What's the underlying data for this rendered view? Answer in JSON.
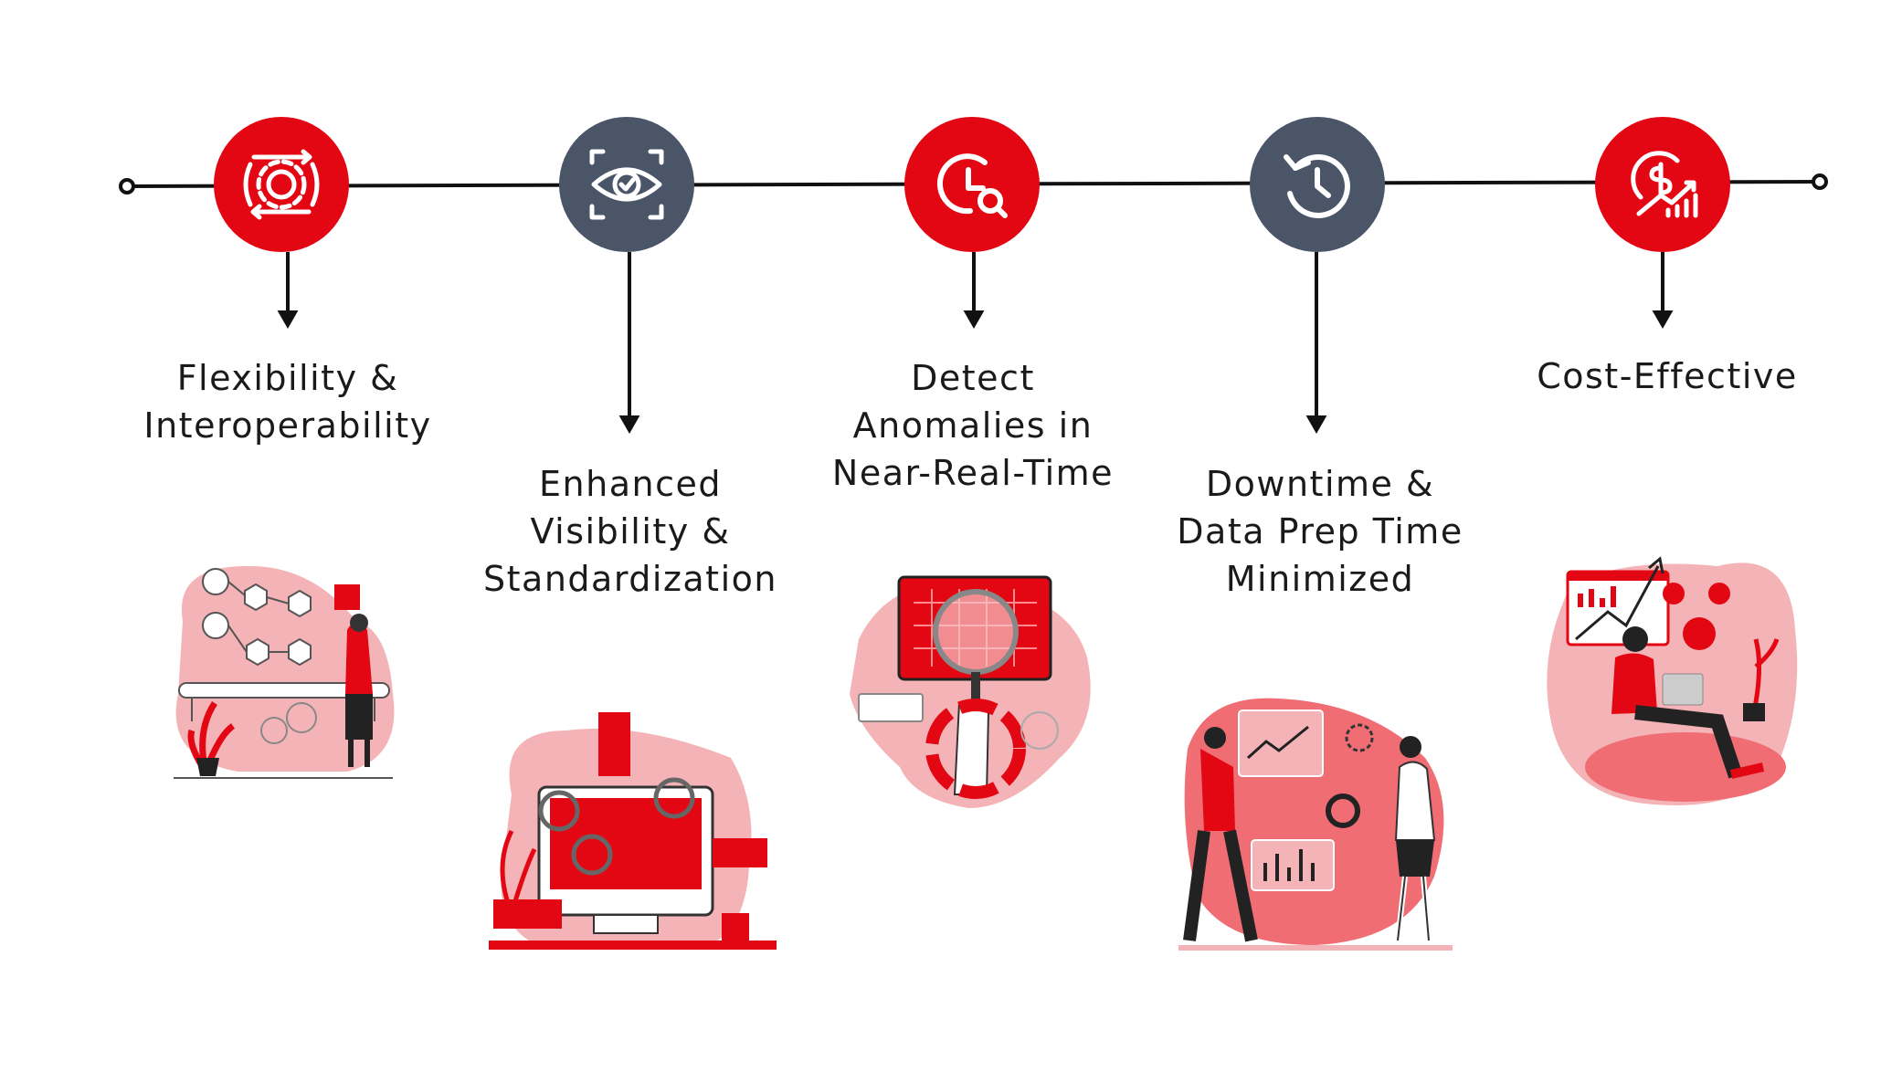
{
  "colors": {
    "red": "#e30613",
    "slate": "#4a5568",
    "pink": "#f4b3b6",
    "line": "#111111"
  },
  "steps": [
    {
      "lines": [
        "Flexibility &",
        "Interoperability"
      ],
      "icon": "gear-arrows-icon",
      "color": "red"
    },
    {
      "lines": [
        "Enhanced",
        "Visibility &",
        "Standardization"
      ],
      "icon": "eye-check-icon",
      "color": "slate"
    },
    {
      "lines": [
        "Detect",
        "Anomalies in",
        "Near-Real-Time"
      ],
      "icon": "clock-search-icon",
      "color": "red"
    },
    {
      "lines": [
        "Downtime &",
        "Data Prep Time",
        "Minimized"
      ],
      "icon": "clock-history-icon",
      "color": "slate"
    },
    {
      "lines": [
        "Cost-Effective"
      ],
      "icon": "dollar-growth-icon",
      "color": "red"
    }
  ]
}
